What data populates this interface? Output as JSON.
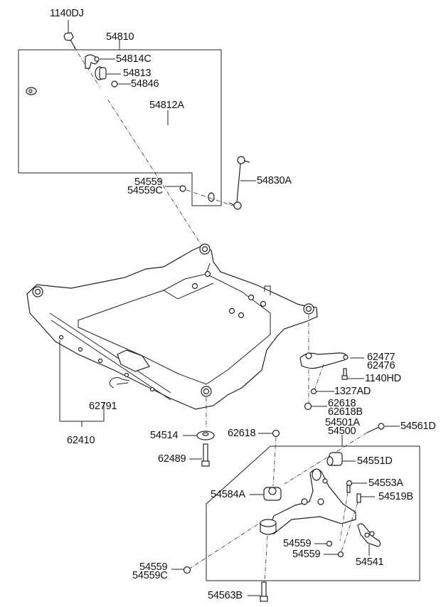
{
  "title": "Front Suspension Crossmember & Stabilizer Parts Diagram",
  "labels": {
    "l1140DJ": "1140DJ",
    "l54810": "54810",
    "l54814C": "54814C",
    "l54813": "54813",
    "l54846": "54846",
    "l54812A": "54812A",
    "l54559_a": "54559",
    "l54559C_a": "54559C",
    "l54830A": "54830A",
    "l62477": "62477",
    "l62476": "62476",
    "l1140HD": "1140HD",
    "l1327AD": "1327AD",
    "l62618_a": "62618",
    "l62618B": "62618B",
    "l54501A": "54501A",
    "l54500": "54500",
    "l54561D": "54561D",
    "l62791": "62791",
    "l62410": "62410",
    "l54514": "54514",
    "l62618_b": "62618",
    "l62489": "62489",
    "l54551D": "54551D",
    "l54553A": "54553A",
    "l54584A": "54584A",
    "l54519B": "54519B",
    "l54559_b": "54559",
    "l54559_c": "54559",
    "l54541": "54541",
    "l54559_d": "54559",
    "l54559C_d": "54559C",
    "l54563B": "54563B"
  }
}
